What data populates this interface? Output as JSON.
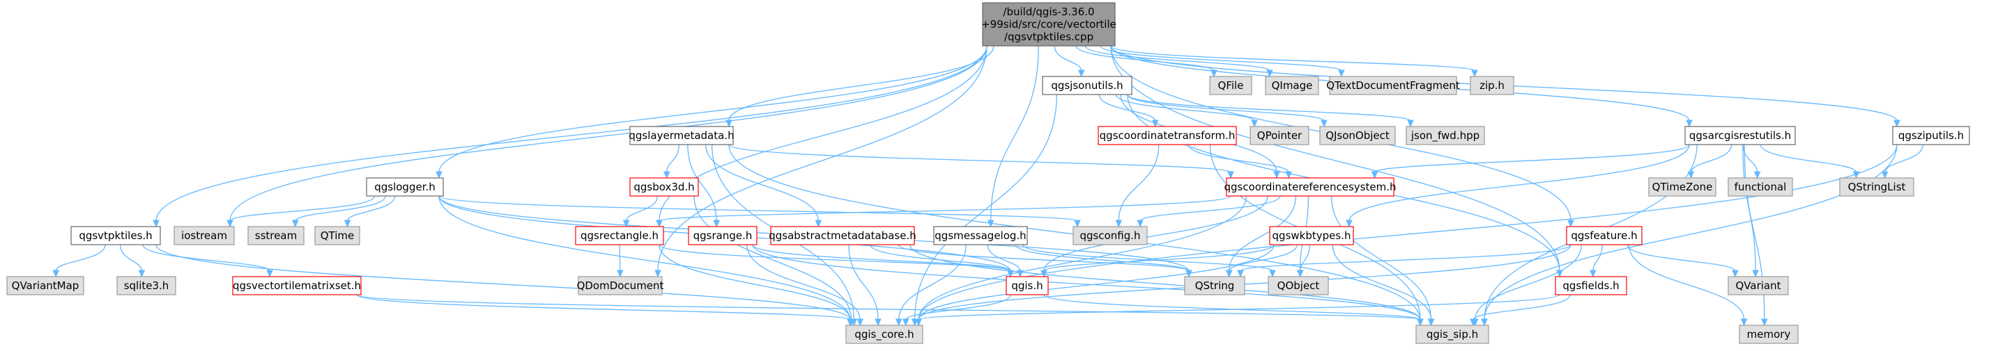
{
  "graph": {
    "colors": {
      "edge": "#63b8ff",
      "root_fill": "#999999",
      "root_stroke": "#666666",
      "system_fill": "#e0e0e0",
      "system_stroke": "#999999",
      "local_fill": "#ffffff",
      "local_stroke": "#666666",
      "truncated_stroke": "#ff0000"
    },
    "nodes": [
      {
        "id": "root",
        "kind": "root",
        "lines": [
          "/build/qgis-3.36.0",
          "+99sid/src/core/vectortile",
          "/qgsvtpktiles.cpp"
        ]
      },
      {
        "id": "qgsvtpktiles_h",
        "kind": "local",
        "lines": [
          "qgsvtpktiles.h"
        ]
      },
      {
        "id": "qgslogger_h",
        "kind": "local",
        "lines": [
          "qgslogger.h"
        ]
      },
      {
        "id": "qgslayermetadata_h",
        "kind": "local",
        "lines": [
          "qgslayermetadata.h"
        ]
      },
      {
        "id": "qgsjsonutils_h",
        "kind": "local",
        "lines": [
          "qgsjsonutils.h"
        ]
      },
      {
        "id": "qgsarcgisrestutils_h",
        "kind": "local",
        "lines": [
          "qgsarcgisrestutils.h"
        ]
      },
      {
        "id": "qgsziputils_h",
        "kind": "local",
        "lines": [
          "qgsziputils.h"
        ]
      },
      {
        "id": "qgsbox3d_h",
        "kind": "truncated",
        "lines": [
          "qgsbox3d.h"
        ]
      },
      {
        "id": "qgscoordinatetransform_h",
        "kind": "truncated",
        "lines": [
          "qgscoordinatetransform.h"
        ]
      },
      {
        "id": "qgscoordinatereferencesystem_h",
        "kind": "truncated",
        "lines": [
          "qgscoordinatereferencesystem.h"
        ]
      },
      {
        "id": "qgsrectangle_h",
        "kind": "truncated",
        "lines": [
          "qgsrectangle.h"
        ]
      },
      {
        "id": "qgsrange_h",
        "kind": "truncated",
        "lines": [
          "qgsrange.h"
        ]
      },
      {
        "id": "qgsabstractmetadatabase_h",
        "kind": "truncated",
        "lines": [
          "qgsabstractmetadatabase.h"
        ]
      },
      {
        "id": "qgsmessagelog_h",
        "kind": "local",
        "lines": [
          "qgsmessagelog.h"
        ]
      },
      {
        "id": "qgswkbtypes_h",
        "kind": "truncated",
        "lines": [
          "qgswkbtypes.h"
        ]
      },
      {
        "id": "qgsfeature_h",
        "kind": "truncated",
        "lines": [
          "qgsfeature.h"
        ]
      },
      {
        "id": "qgsfields_h",
        "kind": "truncated",
        "lines": [
          "qgsfields.h"
        ]
      },
      {
        "id": "qgis_h",
        "kind": "truncated",
        "lines": [
          "qgis.h"
        ]
      },
      {
        "id": "qgsvectortilematrixset_h",
        "kind": "truncated",
        "lines": [
          "qgsvectortilematrixset.h"
        ]
      },
      {
        "id": "QFile",
        "kind": "system",
        "lines": [
          "QFile"
        ]
      },
      {
        "id": "QImage",
        "kind": "system",
        "lines": [
          "QImage"
        ]
      },
      {
        "id": "QTextDocumentFragment",
        "kind": "system",
        "lines": [
          "QTextDocumentFragment"
        ]
      },
      {
        "id": "zip_h",
        "kind": "system",
        "lines": [
          "zip.h"
        ]
      },
      {
        "id": "QPointer",
        "kind": "system",
        "lines": [
          "QPointer"
        ]
      },
      {
        "id": "QJsonObject",
        "kind": "system",
        "lines": [
          "QJsonObject"
        ]
      },
      {
        "id": "json_fwd_hpp",
        "kind": "system",
        "lines": [
          "json_fwd.hpp"
        ]
      },
      {
        "id": "QTimeZone",
        "kind": "system",
        "lines": [
          "QTimeZone"
        ]
      },
      {
        "id": "functional",
        "kind": "system",
        "lines": [
          "functional"
        ]
      },
      {
        "id": "QStringList",
        "kind": "system",
        "lines": [
          "QStringList"
        ]
      },
      {
        "id": "iostream",
        "kind": "system",
        "lines": [
          "iostream"
        ]
      },
      {
        "id": "sstream",
        "kind": "system",
        "lines": [
          "sstream"
        ]
      },
      {
        "id": "QTime",
        "kind": "system",
        "lines": [
          "QTime"
        ]
      },
      {
        "id": "qgsconfig_h",
        "kind": "system",
        "lines": [
          "qgsconfig.h"
        ]
      },
      {
        "id": "QVariantMap",
        "kind": "system",
        "lines": [
          "QVariantMap"
        ]
      },
      {
        "id": "sqlite3_h",
        "kind": "system",
        "lines": [
          "sqlite3.h"
        ]
      },
      {
        "id": "QDomDocument",
        "kind": "system",
        "lines": [
          "QDomDocument"
        ]
      },
      {
        "id": "QString",
        "kind": "system",
        "lines": [
          "QString"
        ]
      },
      {
        "id": "QObject",
        "kind": "system",
        "lines": [
          "QObject"
        ]
      },
      {
        "id": "QVariant",
        "kind": "system",
        "lines": [
          "QVariant"
        ]
      },
      {
        "id": "memory",
        "kind": "system",
        "lines": [
          "memory"
        ]
      },
      {
        "id": "qgis_core_h",
        "kind": "system",
        "lines": [
          "qgis_core.h"
        ]
      },
      {
        "id": "qgis_sip_h",
        "kind": "system",
        "lines": [
          "qgis_sip.h"
        ]
      }
    ],
    "edges": [
      [
        "root",
        "qgsvtpktiles_h"
      ],
      [
        "root",
        "qgslogger_h"
      ],
      [
        "root",
        "qgslayermetadata_h"
      ],
      [
        "root",
        "qgsjsonutils_h"
      ],
      [
        "root",
        "qgsarcgisrestutils_h"
      ],
      [
        "root",
        "qgsziputils_h"
      ],
      [
        "root",
        "qgsmessagelog_h"
      ],
      [
        "root",
        "qgsrectangle_h"
      ],
      [
        "root",
        "qgsfeature_h"
      ],
      [
        "root",
        "qgsfields_h"
      ],
      [
        "root",
        "QFile"
      ],
      [
        "root",
        "QImage"
      ],
      [
        "root",
        "QTextDocumentFragment"
      ],
      [
        "root",
        "zip_h"
      ],
      [
        "root",
        "iostream"
      ],
      [
        "root",
        "QDomDocument"
      ],
      [
        "qgsvtpktiles_h",
        "QVariantMap"
      ],
      [
        "qgsvtpktiles_h",
        "sqlite3_h"
      ],
      [
        "qgsvtpktiles_h",
        "qgsvectortilematrixset_h"
      ],
      [
        "qgsvtpktiles_h",
        "qgis_core_h"
      ],
      [
        "qgslogger_h",
        "iostream"
      ],
      [
        "qgslogger_h",
        "sstream"
      ],
      [
        "qgslogger_h",
        "QTime"
      ],
      [
        "qgslogger_h",
        "qgsconfig_h"
      ],
      [
        "qgslogger_h",
        "QString"
      ],
      [
        "qgslogger_h",
        "qgis_core_h"
      ],
      [
        "qgslogger_h",
        "qgis_h"
      ],
      [
        "qgslayermetadata_h",
        "qgsbox3d_h"
      ],
      [
        "qgslayermetadata_h",
        "qgsrange_h"
      ],
      [
        "qgslayermetadata_h",
        "qgsabstractmetadatabase_h"
      ],
      [
        "qgslayermetadata_h",
        "qgscoordinatereferencesystem_h"
      ],
      [
        "qgslayermetadata_h",
        "qgis_sip_h"
      ],
      [
        "qgslayermetadata_h",
        "qgis_core_h"
      ],
      [
        "qgsjsonutils_h",
        "qgscoordinatetransform_h"
      ],
      [
        "qgsjsonutils_h",
        "QPointer"
      ],
      [
        "qgsjsonutils_h",
        "QJsonObject"
      ],
      [
        "qgsjsonutils_h",
        "json_fwd_hpp"
      ],
      [
        "qgsjsonutils_h",
        "qgscoordinatereferencesystem_h"
      ],
      [
        "qgsjsonutils_h",
        "qgis_core_h"
      ],
      [
        "qgsjsonutils_h",
        "qgsfields_h"
      ],
      [
        "qgsarcgisrestutils_h",
        "qgscoordinatereferencesystem_h"
      ],
      [
        "qgsarcgisrestutils_h",
        "qgswkbtypes_h"
      ],
      [
        "qgsarcgisrestutils_h",
        "QTimeZone"
      ],
      [
        "qgsarcgisrestutils_h",
        "functional"
      ],
      [
        "qgsarcgisrestutils_h",
        "QStringList"
      ],
      [
        "qgsarcgisrestutils_h",
        "QVariant"
      ],
      [
        "qgsarcgisrestutils_h",
        "memory"
      ],
      [
        "qgsarcgisrestutils_h",
        "qgis_sip_h"
      ],
      [
        "qgsziputils_h",
        "QStringList"
      ],
      [
        "qgsziputils_h",
        "qgis_core_h"
      ],
      [
        "qgsziputils_h",
        "qgis_sip_h"
      ],
      [
        "qgsbox3d_h",
        "qgsrectangle_h"
      ],
      [
        "qgsbox3d_h",
        "qgis_core_h"
      ],
      [
        "qgscoordinatetransform_h",
        "qgscoordinatereferencesystem_h"
      ],
      [
        "qgscoordinatetransform_h",
        "qgsconfig_h"
      ],
      [
        "qgscoordinatetransform_h",
        "qgis_sip_h"
      ],
      [
        "qgscoordinatereferencesystem_h",
        "qgsrectangle_h"
      ],
      [
        "qgscoordinatereferencesystem_h",
        "qgsconfig_h"
      ],
      [
        "qgscoordinatereferencesystem_h",
        "QObject"
      ],
      [
        "qgscoordinatereferencesystem_h",
        "QString"
      ],
      [
        "qgscoordinatereferencesystem_h",
        "qgis_h"
      ],
      [
        "qgscoordinatereferencesystem_h",
        "qgis_core_h"
      ],
      [
        "qgscoordinatereferencesystem_h",
        "qgis_sip_h"
      ],
      [
        "qgsrectangle_h",
        "QDomDocument"
      ],
      [
        "qgsrectangle_h",
        "qgis_h"
      ],
      [
        "qgsrectangle_h",
        "qgis_core_h"
      ],
      [
        "qgsrange_h",
        "qgis_h"
      ],
      [
        "qgsrange_h",
        "qgis_core_h"
      ],
      [
        "qgsrange_h",
        "qgis_sip_h"
      ],
      [
        "qgsabstractmetadatabase_h",
        "qgis_h"
      ],
      [
        "qgsabstractmetadatabase_h",
        "QString"
      ],
      [
        "qgsabstractmetadatabase_h",
        "qgis_core_h"
      ],
      [
        "qgsabstractmetadatabase_h",
        "qgis_sip_h"
      ],
      [
        "qgsmessagelog_h",
        "qgis_h"
      ],
      [
        "qgsmessagelog_h",
        "QObject"
      ],
      [
        "qgsmessagelog_h",
        "QString"
      ],
      [
        "qgsmessagelog_h",
        "qgis_core_h"
      ],
      [
        "qgswkbtypes_h",
        "QObject"
      ],
      [
        "qgswkbtypes_h",
        "QString"
      ],
      [
        "qgswkbtypes_h",
        "qgis_h"
      ],
      [
        "qgswkbtypes_h",
        "qgis_core_h"
      ],
      [
        "qgswkbtypes_h",
        "qgis_sip_h"
      ],
      [
        "qgsfeature_h",
        "qgsfields_h"
      ],
      [
        "qgsfeature_h",
        "QVariant"
      ],
      [
        "qgsfeature_h",
        "memory"
      ],
      [
        "qgsfeature_h",
        "QString"
      ],
      [
        "qgsfeature_h",
        "qgis_core_h"
      ],
      [
        "qgsfeature_h",
        "qgis_sip_h"
      ],
      [
        "qgsfields_h",
        "qgis_core_h"
      ],
      [
        "qgsfields_h",
        "qgis_sip_h"
      ],
      [
        "qgis_h",
        "qgis_core_h"
      ],
      [
        "qgis_h",
        "qgis_sip_h"
      ],
      [
        "qgsvectortilematrixset_h",
        "qgis_core_h"
      ],
      [
        "qgsvectortilematrixset_h",
        "qgis_sip_h"
      ]
    ]
  }
}
